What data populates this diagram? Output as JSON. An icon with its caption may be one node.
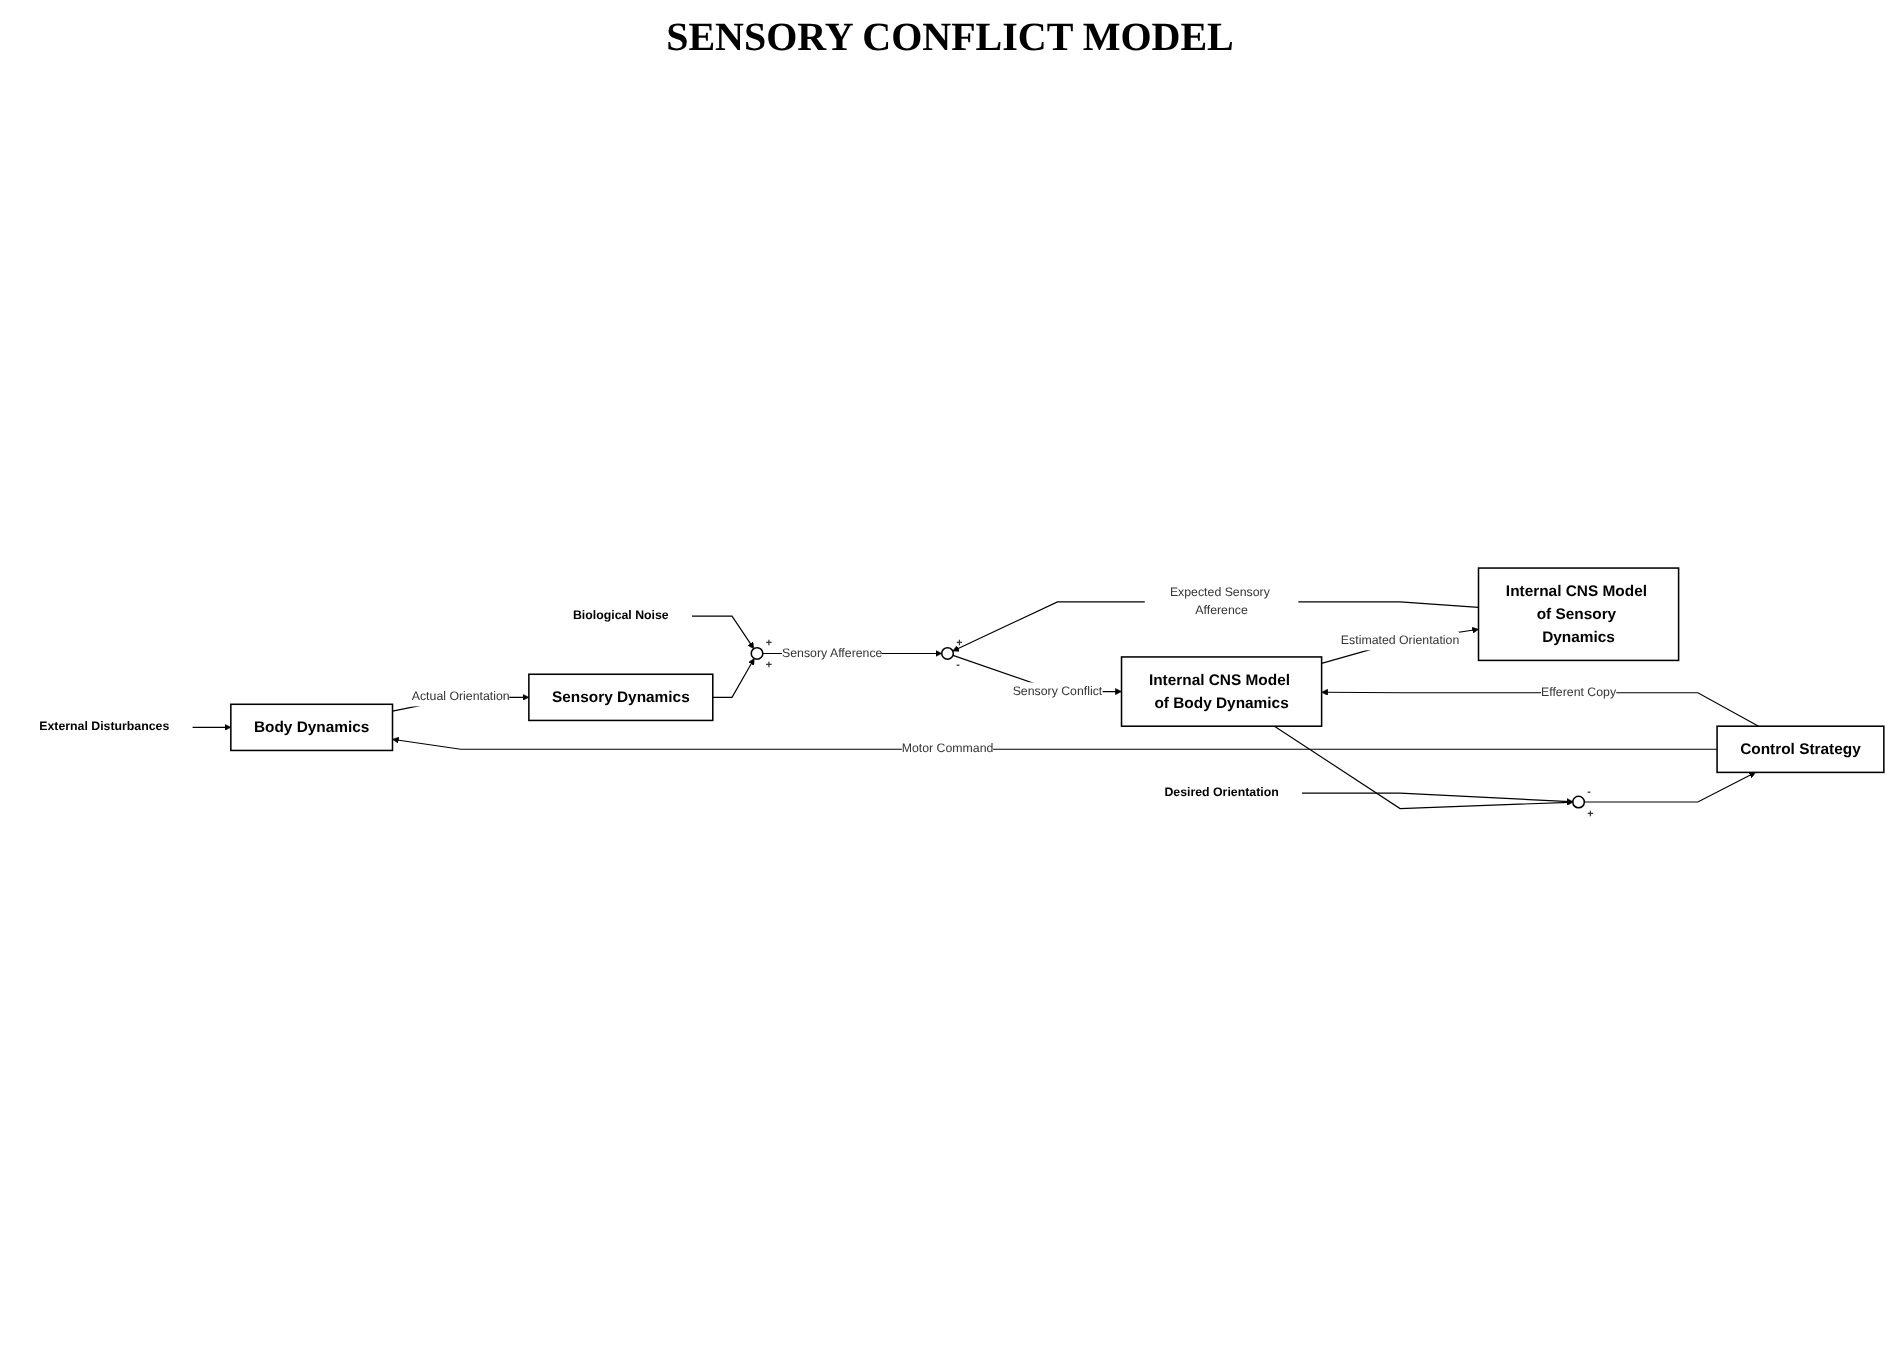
{
  "diagram": {
    "title": "SENSORY CONFLICT MODEL",
    "nodes": [
      {
        "text": [
          "External Disturbances"
        ]
      },
      {
        "text": [
          "Body Dynamics"
        ]
      },
      {
        "text": [
          "Sensory Dynamics"
        ]
      },
      {
        "text": [
          "Biological Noise"
        ]
      },
      {
        "text": [],
        "shape": "circle",
        "beside": [
          "+",
          "+"
        ]
      },
      {
        "text": [],
        "shape": "circle",
        "beside": [
          "+",
          "-"
        ]
      },
      {
        "text": [
          "Internal CNS Model of Body Dynamics"
        ]
      },
      {
        "text": [
          "Internal CNS Model of Sensory Dynamics"
        ]
      },
      {
        "text": [
          "Control Strategy"
        ]
      },
      {
        "text": [],
        "shape": "circle",
        "beside": [
          "-",
          "+"
        ]
      },
      {
        "text": [
          "Desired Orientation"
        ]
      }
    ],
    "edges": [
      {
        "from": 0,
        "to": 1,
        "arrow": "to"
      },
      {
        "from": 1,
        "to": 2,
        "arrow": "to",
        "label": "Actual Orientation"
      },
      {
        "from": 2,
        "to": 4,
        "arrow": "to"
      },
      {
        "from": 3,
        "to": 4,
        "arrow": "to"
      },
      {
        "from": 4,
        "to": 5,
        "arrow": "to",
        "label": "Sensory Afference"
      },
      {
        "from": 5,
        "to": 6,
        "arrow": "to",
        "label": "Sensory Conflict"
      },
      {
        "from": 6,
        "to": 7,
        "arrow": "to",
        "label": "Estimated Orientation"
      },
      {
        "from": 7,
        "to": 5,
        "arrow": "to",
        "label": "Expected Sensory Afference"
      },
      {
        "from": 6,
        "to": 9,
        "arrow": "to"
      },
      {
        "from": 9,
        "to": 8,
        "arrow": "to"
      },
      {
        "from": 10,
        "to": 9,
        "arrow": "to"
      },
      {
        "from": 8,
        "to": 1,
        "arrow": "to",
        "label": "Motor Command"
      },
      {
        "from": 8,
        "to": 6,
        "arrow": "to",
        "label": "Efferent Copy"
      }
    ]
  }
}
